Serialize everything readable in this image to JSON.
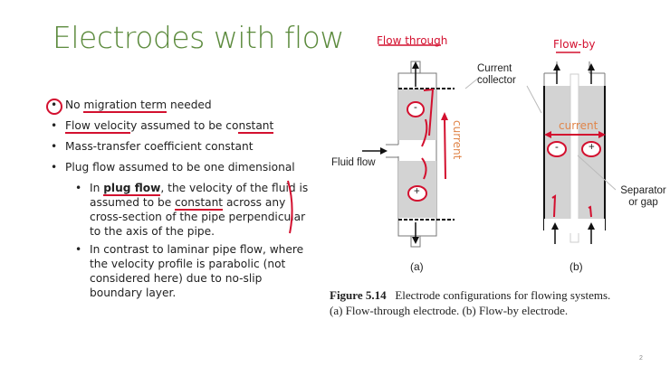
{
  "slide": {
    "title": "Electrodes with flow",
    "page_number": "2",
    "bullets": [
      {
        "pre": "No ",
        "ul": "migration term",
        "post": " needed"
      },
      {
        "ul": "Flow velocit",
        "mid": "y assumed to be co",
        "ul2": "nstant"
      },
      {
        "text": "Mass-transfer coefficient constant"
      },
      {
        "text": "Plug flow assumed to be one dimensional"
      }
    ],
    "subbullets": [
      {
        "pre": "In ",
        "bold": "plug flow",
        "post": ", the velocity of the fluid is assumed to be ",
        "ul": "constant",
        "post2": " across any cross-section of the pipe perpendicular to the axis of the pipe."
      },
      {
        "text": "In contrast to laminar pipe flow, where the velocity profile is parabolic (not considered here) due to no-slip boundary layer."
      }
    ]
  },
  "figure": {
    "annot_flow_through": "Flow through",
    "annot_flow_by": "Flow-by",
    "annot_current_a": "current",
    "annot_current_b": "current",
    "label_current_collector": "Current collector",
    "label_fluid_flow": "Fluid flow",
    "label_separator": "Separator or gap",
    "label_a": "(a)",
    "label_b": "(b)",
    "minus": "-",
    "plus": "+",
    "caption_bold": "Figure 5.14",
    "caption_text": "Electrode configurations for flowing systems.",
    "caption_line2": "(a) Flow-through electrode. (b) Flow-by electrode."
  },
  "colors": {
    "title": "#5b8a3c",
    "ink": "#d3102f",
    "annot_current": "#e0854a"
  }
}
